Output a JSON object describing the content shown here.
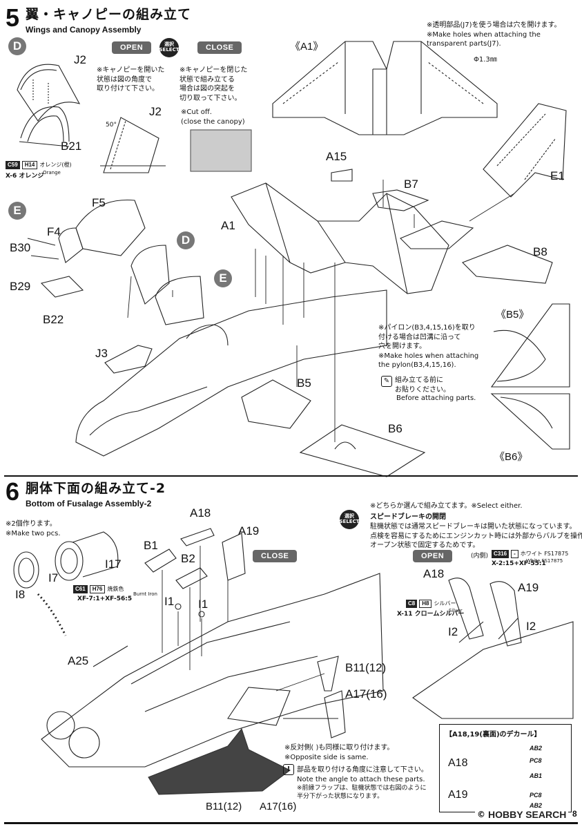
{
  "step5": {
    "number": "5",
    "title_jp": "翼・キャノピーの組み立て",
    "title_en": "Wings and Canopy Assembly",
    "open_label": "OPEN",
    "close_label": "CLOSE",
    "select_jp": "選択",
    "select_en": "SELECT",
    "note_open": "※キャノピーを開いた\n状態は図の角度で\n取り付けて下さい。",
    "note_close": "※キャノピーを閉じた\n状態で組み立てる\n場合は図の突起を\n切り取って下さい。",
    "note_cutoff": "※Cut off.\n(close the canopy)",
    "angle_label": "50°",
    "note_transparent": "※透明部品(J7)を使う場合は穴を開けます。\n※Make holes when attaching the\ntransparent parts(J7).",
    "drill_size": "Φ1.3㎜",
    "wing_label": "《A1》",
    "pylon_note": "※パイロン(B3,4,15,16)を取り\n付ける場合は凹溝に沿って\n穴を開けます。\n※Make holes when attaching\nthe pylon(B3,4,15,16).",
    "before_attach_jp": "組み立てる前に\nお貼りください。",
    "before_attach_en": "Before attaching parts.",
    "b5_label": "《B5》",
    "b6_label": "《B6》",
    "paint": {
      "code": "C59",
      "code2": "H14",
      "name_jp": "オレンジ(橙)",
      "name_en": "Orange",
      "acrylic": "X-6 オレンジ"
    },
    "sub_d": "D",
    "sub_e": "E",
    "parts": {
      "J2": "J2",
      "B21": "B21",
      "F5": "F5",
      "F4": "F4",
      "B30": "B30",
      "B29": "B29",
      "B22": "B22",
      "J3": "J3",
      "A1": "A1",
      "A15": "A15",
      "B7": "B7",
      "E1": "E1",
      "B8": "B8",
      "B5": "B5",
      "B6": "B6"
    }
  },
  "step6": {
    "number": "6",
    "title_jp": "胴体下面の組み立て-2",
    "title_en": "Bottom of Fusalage Assembly-2",
    "make_two_jp": "※2個作ります。",
    "make_two_en": "※Make two pcs.",
    "select_note": "※どちらか選んで組み立てます。※Select either.",
    "speedbrake_title": "スピードブレーキの開閉",
    "speedbrake_text": "駐機状態では通常スピードブレーキは開いた状態になっています。\n点検を容易にするためにエンジンカット時には外部からバルブを操作して\nオープン状態で固定するためです。",
    "select_jp": "選択",
    "select_en": "SELECT",
    "close_label": "CLOSE",
    "open_label": "OPEN",
    "inner_label": "(内側)",
    "paint_burnt": {
      "code": "C61",
      "code2": "H76",
      "name_jp": "焼鉄色",
      "name_en": "Burnt Iron",
      "acrylic": "XF-7:1+XF-56:5"
    },
    "paint_white": {
      "code": "C316",
      "code2": "-",
      "name_jp": "ホワイト FS17875",
      "name_en": "White FS17875",
      "acrylic": "X-2:15+XF-55:1"
    },
    "paint_silver": {
      "code": "C8",
      "code2": "H8",
      "name_jp": "シルバー",
      "name_en": "Silver",
      "acrylic": "X-11 クロームシルバー"
    },
    "opposite_jp": "※反対側( )も同様に取り付けます。",
    "opposite_en": "※Opposite side is same.",
    "angle_jp": "部品を取り付ける角度に注意して下さい。",
    "angle_en": "Note the angle to attach these parts.",
    "flap_note": "※前縁フラップは、駐機状態では右図のように\n半分下がった状態になります。",
    "decal_title": "【A18,19(裏面)のデカール】",
    "decal_a18": "A18",
    "decal_a19": "A19",
    "decal_codes_a18": [
      "AB2",
      "PC8",
      "AB1"
    ],
    "decal_codes_a19": [
      "PC8",
      "AB2"
    ],
    "parts": {
      "A18": "A18",
      "A19": "A19",
      "B1": "B1",
      "B2": "B2",
      "I7": "I7",
      "I17": "I17",
      "I8": "I8",
      "I1a": "I1",
      "I1b": "I1",
      "A25": "A25",
      "B11": "B11(12)",
      "A17": "A17(16)",
      "B11b": "B11(12)",
      "A17b": "A17(16)",
      "A18r": "A18",
      "A19r": "A19",
      "I2a": "I2",
      "I2b": "I2"
    }
  },
  "footer": {
    "watermark": "HOBBY SEARCH",
    "page": "8"
  }
}
